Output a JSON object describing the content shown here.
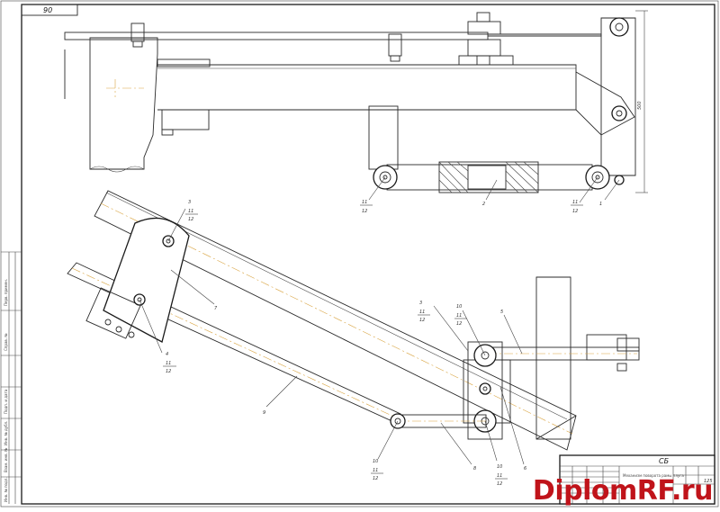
{
  "sheet": {
    "corner_stamp": "90",
    "main_title": "СБ",
    "title_block_text": "Механизм поворота рамы плуга",
    "sheet_count": "125",
    "side_labels": [
      "Справ. №",
      "Перв. примен.",
      "Подп. и дата",
      "Инв. № дубл.",
      "Взам. инв. №",
      "Подп. и дата",
      "Инв. № подл."
    ]
  },
  "dimensions": {
    "vertical_500": "500"
  },
  "callouts": {
    "top_view": [
      {
        "id": "c1",
        "lines": [
          "1"
        ]
      },
      {
        "id": "c2",
        "lines": [
          "2"
        ]
      },
      {
        "id": "c11-12-left",
        "lines": [
          "11",
          "12"
        ]
      },
      {
        "id": "c11-12-right",
        "lines": [
          "11",
          "12"
        ]
      }
    ],
    "bottom_view": [
      {
        "id": "b3-11-12-top",
        "lines": [
          "3",
          "11",
          "12"
        ]
      },
      {
        "id": "b7",
        "lines": [
          "7"
        ]
      },
      {
        "id": "b4-11-12",
        "lines": [
          "4",
          "11",
          "12"
        ]
      },
      {
        "id": "b9",
        "lines": [
          "9"
        ]
      },
      {
        "id": "b3-11-12-mid",
        "lines": [
          "3",
          "11",
          "12"
        ]
      },
      {
        "id": "b10-11-12-mid",
        "lines": [
          "10",
          "11",
          "12"
        ]
      },
      {
        "id": "b5",
        "lines": [
          "5"
        ]
      },
      {
        "id": "b10-11-12-bottom",
        "lines": [
          "10",
          "11",
          "12"
        ]
      },
      {
        "id": "b8",
        "lines": [
          "8"
        ]
      },
      {
        "id": "b10-11-12-right",
        "lines": [
          "10",
          "11",
          "12"
        ]
      },
      {
        "id": "b6",
        "lines": [
          "6"
        ]
      }
    ]
  },
  "watermark": {
    "part1": "Diplom",
    "part2": "RF",
    "part3": ".ru"
  }
}
